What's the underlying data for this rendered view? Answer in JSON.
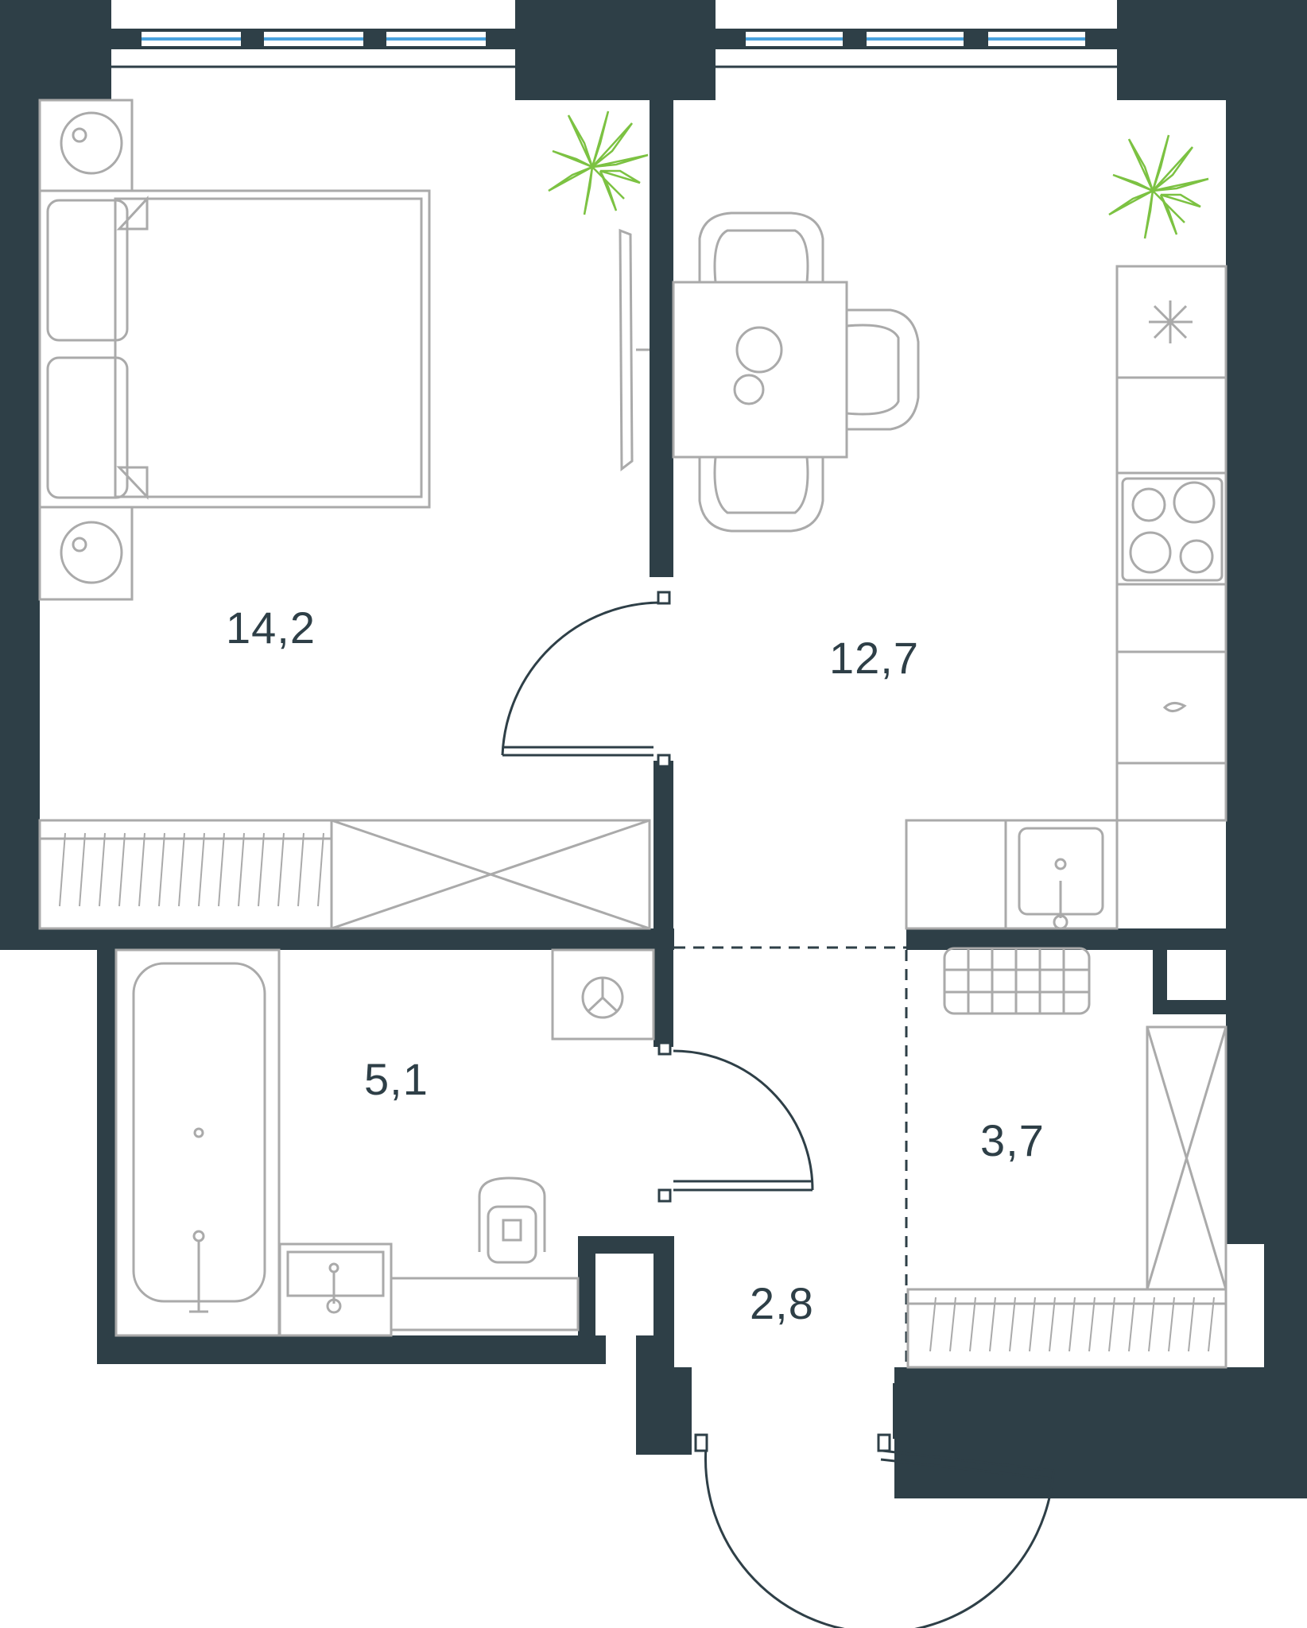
{
  "colors": {
    "wall": "#2e3f47",
    "furniture": "#aaaaaa",
    "plant": "#7cc242",
    "window_glass": "#4aa3df",
    "background": "#ffffff"
  },
  "rooms": [
    {
      "id": "bedroom",
      "area": "14,2"
    },
    {
      "id": "kitchen-living",
      "area": "12,7"
    },
    {
      "id": "bathroom",
      "area": "5,1"
    },
    {
      "id": "wardrobe",
      "area": "3,7"
    },
    {
      "id": "hallway",
      "area": "2,8"
    }
  ],
  "icons": [
    "plant-icon",
    "bed-icon",
    "dining-table-icon",
    "stove-icon",
    "sink-icon",
    "bathtub-icon",
    "toilet-icon",
    "washing-machine-icon",
    "radiator-icon",
    "tv-icon"
  ]
}
